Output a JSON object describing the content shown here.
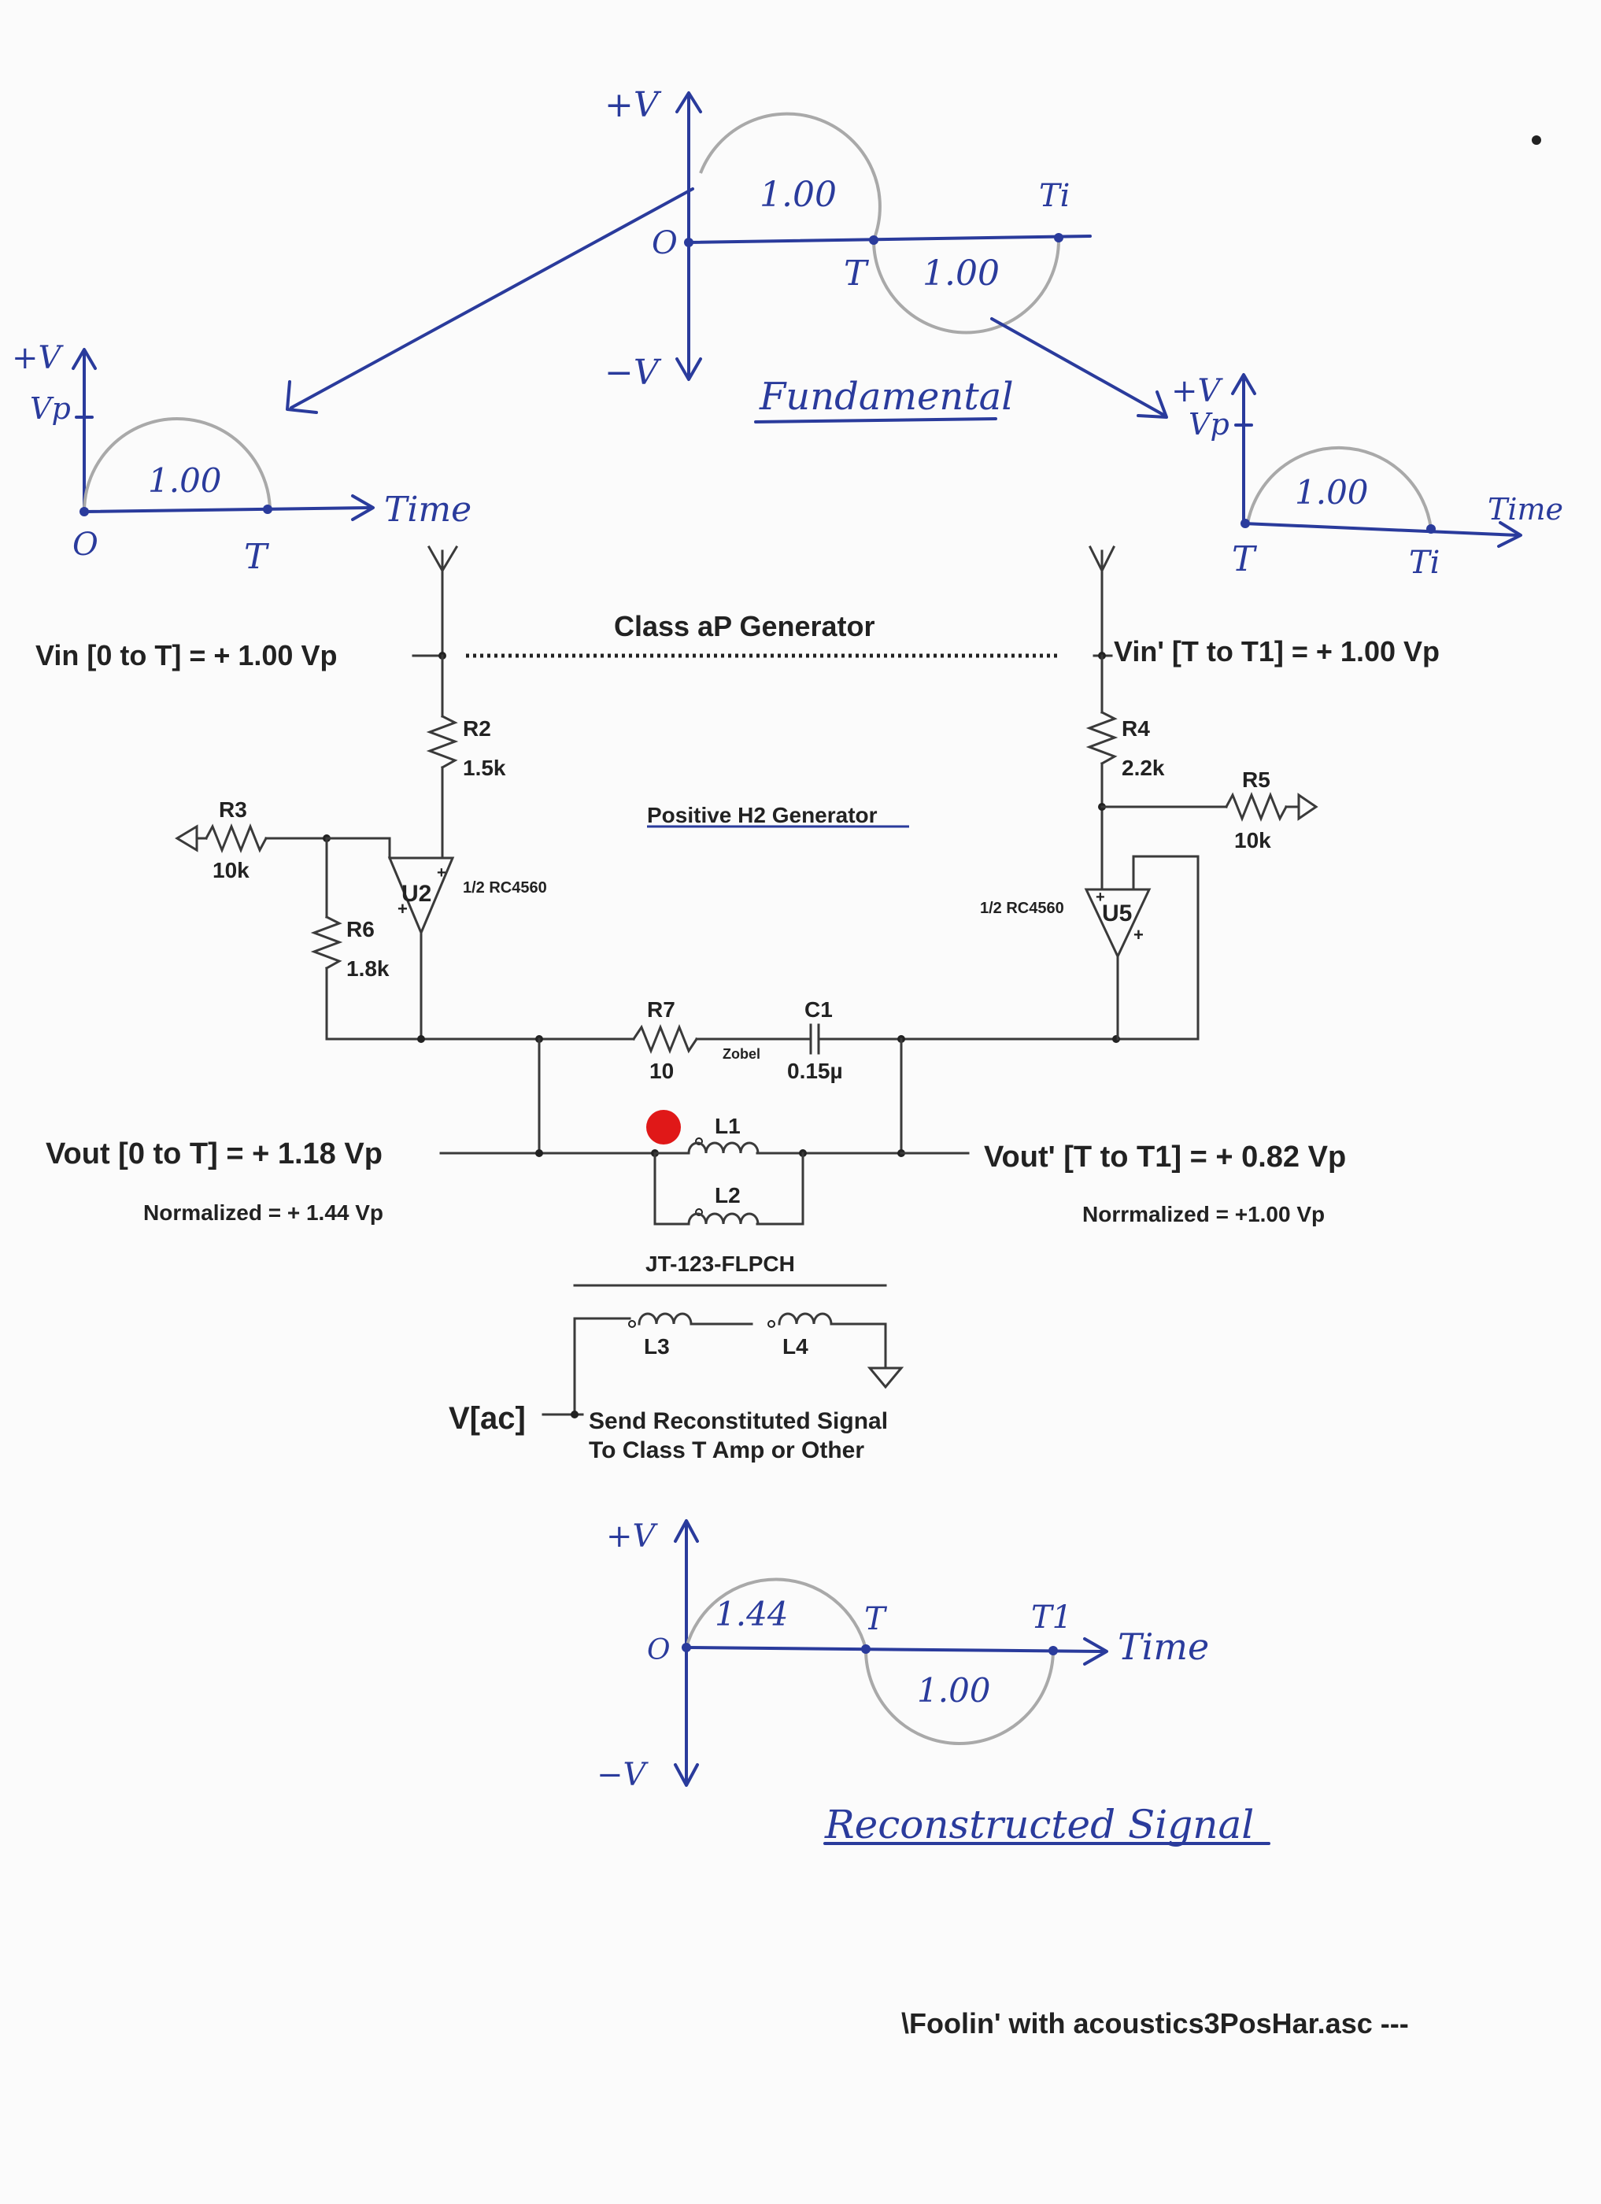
{
  "fundamental": {
    "plus_v": "+V",
    "minus_v": "−V",
    "origin": "O",
    "t_label": "T",
    "t1_label": "Ti",
    "pos_value": "1.00",
    "neg_value": "1.00",
    "title": "Fundamental"
  },
  "left_half": {
    "plus_v": "+V",
    "vp": "Vp",
    "value": "1.00",
    "origin": "O",
    "t_label": "T",
    "time": "Time"
  },
  "right_half": {
    "plus_v": "+V",
    "vp": "Vp",
    "value": "1.00",
    "t_label": "T",
    "t1_label": "Ti",
    "time": "Time"
  },
  "schematic": {
    "title": "Class aP Generator",
    "vin": "Vin [0 to T] = + 1.00 Vp",
    "vin2": "Vin' [T to T1] = + 1.00 Vp",
    "h2_title": "Positive H2 Generator",
    "r2": "R2",
    "r2_val": "1.5k",
    "r3": "R3",
    "r3_val": "10k",
    "r4": "R4",
    "r4_val": "2.2k",
    "r5": "R5",
    "r5_val": "10k",
    "r6": "R6",
    "r6_val": "1.8k",
    "r7": "R7",
    "r7_val": "10",
    "c1": "C1",
    "c1_val": "0.15µ",
    "zobel": "Zobel",
    "u2": "U2",
    "u2_part": "1/2 RC4560",
    "u5": "U5",
    "u5_part": "1/2 RC4560",
    "l1": "L1",
    "l2": "L2",
    "l3": "L3",
    "l4": "L4",
    "vout": "Vout [0  to T]  = + 1.18 Vp",
    "vout_norm": "Normalized = + 1.44 Vp",
    "vout2": "Vout' [T to T1] = + 0.82 Vp",
    "vout2_norm": "Norrmalized = +1.00 Vp",
    "transformer": "JT-123-FLPCH",
    "vac": "V[ac]",
    "send1": "Send Reconstituted Signal",
    "send2": "To Class T Amp or Other"
  },
  "reconstructed": {
    "plus_v": "+V",
    "minus_v": "−V",
    "origin": "O",
    "t_label": "T",
    "t1_label": "T1",
    "time": "Time",
    "pos_value": "1.44",
    "neg_value": "1.00",
    "title": "Reconstructed Signal"
  },
  "footer": "\\Foolin' with acoustics3PosHar.asc  ---",
  "colors": {
    "ink": "#2a3b9c",
    "curve": "#a9a9a9",
    "schematic": "#222222",
    "marker": "#e01818"
  }
}
